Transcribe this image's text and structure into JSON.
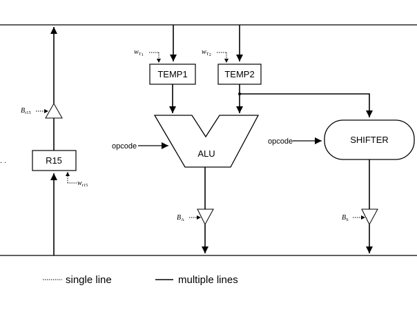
{
  "blocks": {
    "temp1": "TEMP1",
    "temp2": "TEMP2",
    "r15": "R15",
    "alu": "ALU",
    "shifter": "SHIFTER"
  },
  "inputs": {
    "alu_opcode": "opcode",
    "shifter_opcode": "opcode"
  },
  "signals": {
    "w_t1": {
      "base": "w",
      "sub": "T",
      "subsub": "1"
    },
    "w_t2": {
      "base": "w",
      "sub": "T",
      "subsub": "2"
    },
    "b_r15": {
      "base": "B",
      "sub": "r15"
    },
    "w_r15": {
      "base": "w",
      "sub": "r15"
    },
    "b_a": {
      "base": "B",
      "sub": "A"
    },
    "b_s": {
      "base": "B",
      "sub": "S"
    }
  },
  "ellipsis": ". .",
  "legend": {
    "single_line": "single line",
    "multiple_lines": "multiple lines"
  }
}
